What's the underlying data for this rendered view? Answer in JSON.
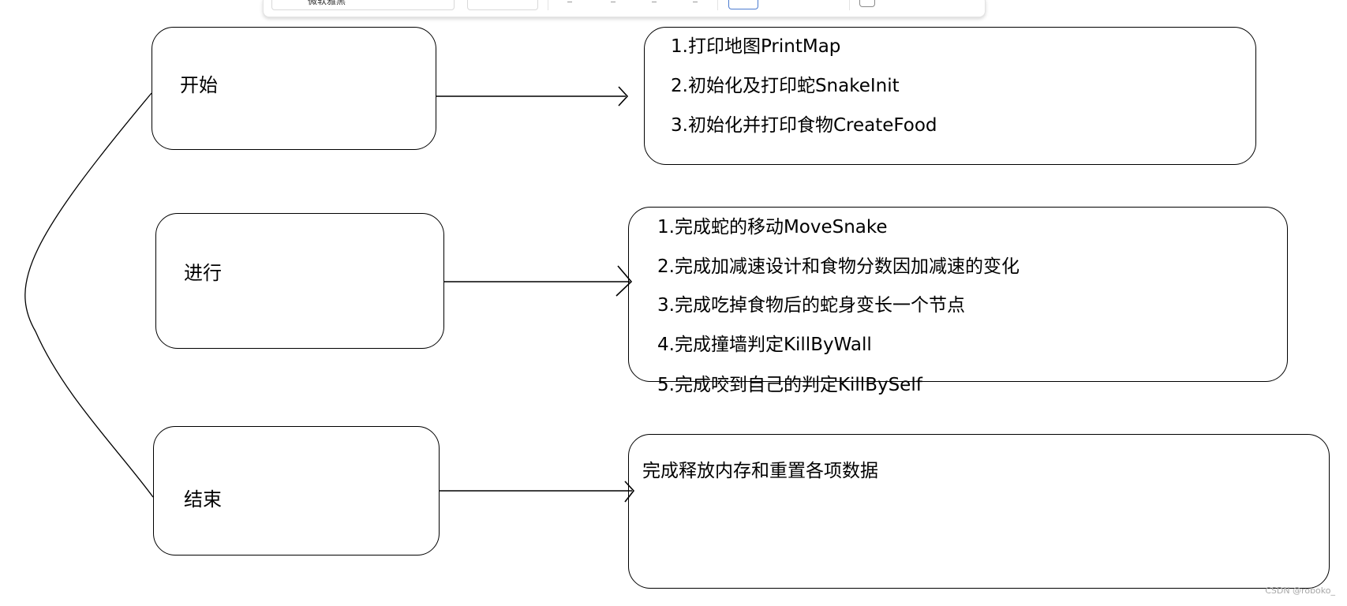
{
  "toolbar": {
    "text": "微软雅黑"
  },
  "flow": {
    "steps": [
      {
        "label": "开始",
        "details": [
          "1.打印地图PrintMap",
          "2.初始化及打印蛇SnakeInit",
          "3.初始化并打印食物CreateFood"
        ]
      },
      {
        "label": "进行",
        "details": [
          "1.完成蛇的移动MoveSnake",
          "2.完成加减速设计和食物分数因加减速的变化",
          "3.完成吃掉食物后的蛇身变长一个节点",
          "4.完成撞墙判定KillByWall",
          "5.完成咬到自己的判定KillBySelf"
        ]
      },
      {
        "label": "结束",
        "details": [
          "完成释放内存和重置各项数据"
        ]
      }
    ]
  },
  "watermark": "CSDN @roboko_",
  "colors": {
    "stroke": "#000000",
    "background": "#ffffff",
    "toolbar_border": "#e3e3e3",
    "toolbar_active": "#4b7bd0",
    "watermark": "#a8a8a8"
  },
  "icons": {
    "arrow_head": "open-chevron"
  }
}
